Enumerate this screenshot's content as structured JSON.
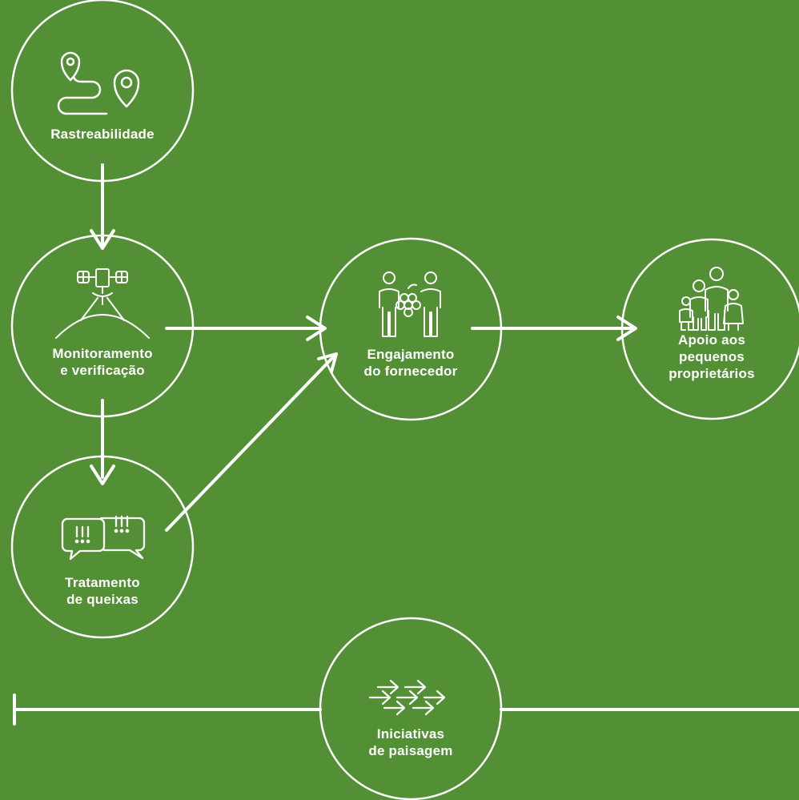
{
  "colors": {
    "background": "#538f35",
    "foreground": "#ffffff"
  },
  "nodes": [
    {
      "id": "rastreabilidade",
      "label": "Rastreabilidade",
      "icon": "location-route-icon"
    },
    {
      "id": "monitoramento",
      "label": "Monitoramento\ne verificação",
      "icon": "satellite-icon"
    },
    {
      "id": "tratamento",
      "label": "Tratamento\nde queixas",
      "icon": "speech-bubbles-icon"
    },
    {
      "id": "engajamento",
      "label": "Engajamento\ndo fornecedor",
      "icon": "farmers-grapes-icon"
    },
    {
      "id": "apoio",
      "label": "Apoio aos\npequenos\nproprietários",
      "icon": "family-icon"
    },
    {
      "id": "iniciativas",
      "label": "Iniciativas\nde paisagem",
      "icon": "arrows-flow-icon"
    }
  ],
  "edges": [
    {
      "from": "rastreabilidade",
      "to": "monitoramento"
    },
    {
      "from": "monitoramento",
      "to": "tratamento"
    },
    {
      "from": "monitoramento",
      "to": "engajamento"
    },
    {
      "from": "tratamento",
      "to": "engajamento"
    },
    {
      "from": "engajamento",
      "to": "apoio"
    }
  ]
}
